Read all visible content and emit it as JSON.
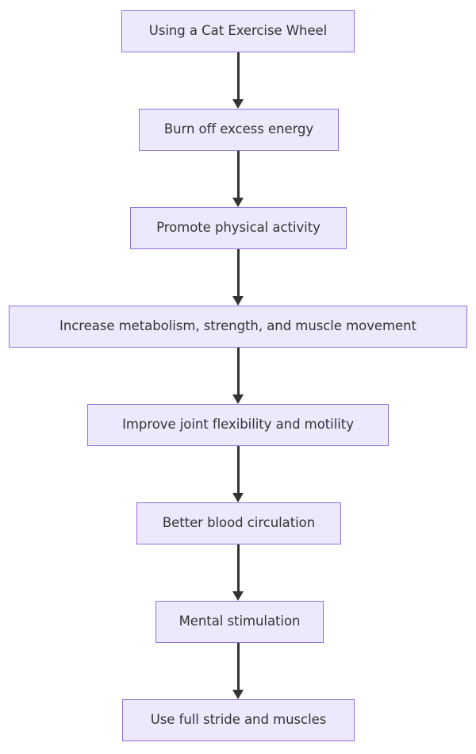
{
  "diagram": {
    "title": "Using a Cat Exercise Wheel benefits flowchart",
    "type": "flowchart",
    "direction": "top-to-bottom",
    "background_color": "#ffffff",
    "node_fill_color": "#ece9fc",
    "node_border_color": "#9370db",
    "node_text_color": "#333333",
    "edge_color": "#333333",
    "nodes": [
      {
        "id": "n0",
        "label": "Using a Cat Exercise Wheel"
      },
      {
        "id": "n1",
        "label": "Burn off excess energy"
      },
      {
        "id": "n2",
        "label": "Promote physical activity"
      },
      {
        "id": "n3",
        "label": "Increase metabolism, strength, and muscle movement"
      },
      {
        "id": "n4",
        "label": "Improve joint flexibility and motility"
      },
      {
        "id": "n5",
        "label": "Better blood circulation"
      },
      {
        "id": "n6",
        "label": "Mental stimulation"
      },
      {
        "id": "n7",
        "label": "Use full stride and muscles"
      }
    ],
    "edges": [
      {
        "id": "e0",
        "from": "n0",
        "to": "n1",
        "arrow": "down-arrow"
      },
      {
        "id": "e1",
        "from": "n1",
        "to": "n2",
        "arrow": "down-arrow"
      },
      {
        "id": "e2",
        "from": "n2",
        "to": "n3",
        "arrow": "down-arrow"
      },
      {
        "id": "e3",
        "from": "n3",
        "to": "n4",
        "arrow": "down-arrow"
      },
      {
        "id": "e4",
        "from": "n4",
        "to": "n5",
        "arrow": "down-arrow"
      },
      {
        "id": "e5",
        "from": "n5",
        "to": "n6",
        "arrow": "down-arrow"
      },
      {
        "id": "e6",
        "from": "n6",
        "to": "n7",
        "arrow": "down-arrow"
      }
    ]
  }
}
